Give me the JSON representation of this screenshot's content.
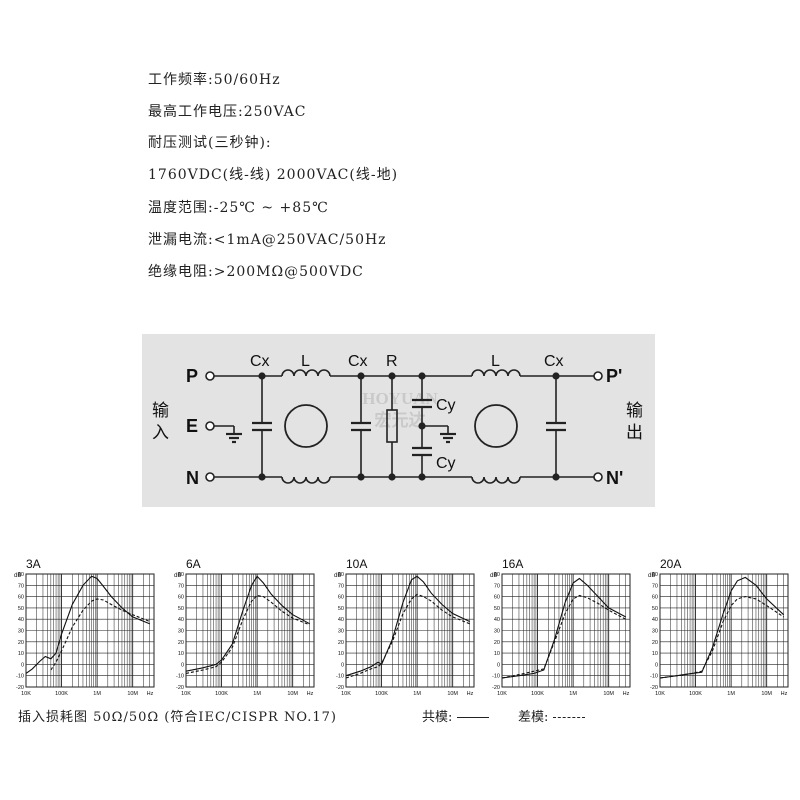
{
  "specs": [
    "工作频率:50/60Hz",
    "最高工作电压:250VAC",
    "耐压测试(三秒钟):",
    "1760VDC(线-线) 2000VAC(线-地)",
    "温度范围:-25℃ ~ +85℃",
    "泄漏电流:<1mA@250VAC/50Hz",
    "绝缘电阻:>200MΩ@500VDC"
  ],
  "circuit": {
    "terminal_p": "P",
    "terminal_e": "E",
    "terminal_n": "N",
    "terminal_p_out": "P'",
    "terminal_n_out": "N'",
    "input_label": [
      "输",
      "入"
    ],
    "output_label": [
      "输",
      "出"
    ],
    "component_labels": {
      "cx1": "Cx",
      "l1": "L",
      "cx2": "Cx",
      "r": "R",
      "cy1": "Cy",
      "cy2": "Cy",
      "l2": "L",
      "cx3": "Cx"
    },
    "watermark": [
      "HOYUAN",
      "宏元达"
    ]
  },
  "chart_data": [
    {
      "type": "line",
      "title": "3A",
      "ylabel": "dB",
      "yticks": [
        80,
        70,
        60,
        50,
        40,
        30,
        20,
        10,
        0,
        -10,
        -20
      ],
      "ylim": [
        -20,
        80
      ],
      "xticks": [
        "10K",
        "100K",
        "1M",
        "10M",
        "Hz"
      ],
      "xscale": "log",
      "series": [
        {
          "name": "共模",
          "style": "solid",
          "x": [
            10000,
            15000,
            25000,
            35000,
            50000,
            70000,
            100000,
            200000,
            400000,
            700000,
            1000000,
            1500000,
            2500000,
            5000000,
            10000000,
            30000000
          ],
          "y": [
            -8,
            -4,
            3,
            7,
            5,
            10,
            27,
            53,
            70,
            78,
            76,
            69,
            60,
            50,
            42,
            36
          ]
        },
        {
          "name": "差模",
          "style": "dashed",
          "x": [
            50000,
            70000,
            100000,
            200000,
            400000,
            700000,
            1000000,
            1500000,
            2500000,
            5000000,
            10000000,
            30000000
          ],
          "y": [
            -5,
            2,
            12,
            33,
            48,
            56,
            58,
            57,
            53,
            48,
            44,
            38
          ]
        }
      ]
    },
    {
      "type": "line",
      "title": "6A",
      "ylabel": "dB",
      "yticks": [
        80,
        70,
        60,
        50,
        40,
        30,
        20,
        10,
        0,
        -10,
        -20
      ],
      "ylim": [
        -20,
        80
      ],
      "xticks": [
        "10K",
        "100K",
        "1M",
        "10M",
        "Hz"
      ],
      "xscale": "log",
      "series": [
        {
          "name": "共模",
          "style": "solid",
          "x": [
            10000,
            30000,
            70000,
            100000,
            200000,
            400000,
            700000,
            1000000,
            1500000,
            2500000,
            5000000,
            10000000,
            30000000
          ],
          "y": [
            -6,
            -3,
            0,
            4,
            18,
            48,
            70,
            78,
            72,
            62,
            52,
            44,
            36
          ]
        },
        {
          "name": "差模",
          "style": "dashed",
          "x": [
            10000,
            30000,
            70000,
            100000,
            200000,
            400000,
            700000,
            1000000,
            1500000,
            2500000,
            5000000,
            10000000,
            30000000
          ],
          "y": [
            -8,
            -5,
            -2,
            2,
            15,
            40,
            56,
            61,
            60,
            55,
            47,
            41,
            35
          ]
        }
      ]
    },
    {
      "type": "line",
      "title": "10A",
      "ylabel": "dB",
      "yticks": [
        80,
        70,
        60,
        50,
        40,
        30,
        20,
        10,
        0,
        -10,
        -20
      ],
      "ylim": [
        -20,
        80
      ],
      "xticks": [
        "10K",
        "100K",
        "1M",
        "10M",
        "Hz"
      ],
      "xscale": "log",
      "series": [
        {
          "name": "共模",
          "style": "solid",
          "x": [
            10000,
            25000,
            50000,
            80000,
            100000,
            200000,
            400000,
            700000,
            1000000,
            1500000,
            2500000,
            5000000,
            10000000,
            30000000
          ],
          "y": [
            -10,
            -6,
            -2,
            2,
            0,
            22,
            55,
            75,
            78,
            73,
            63,
            53,
            45,
            38
          ]
        },
        {
          "name": "差模",
          "style": "dashed",
          "x": [
            10000,
            25000,
            50000,
            80000,
            100000,
            200000,
            400000,
            700000,
            1000000,
            1500000,
            2500000,
            5000000,
            10000000,
            30000000
          ],
          "y": [
            -12,
            -8,
            -4,
            -2,
            1,
            20,
            45,
            58,
            62,
            60,
            56,
            48,
            42,
            36
          ]
        }
      ]
    },
    {
      "type": "line",
      "title": "16A",
      "ylabel": "dB",
      "yticks": [
        80,
        70,
        60,
        50,
        40,
        30,
        20,
        10,
        0,
        -10,
        -20
      ],
      "ylim": [
        -20,
        80
      ],
      "xticks": [
        "10K",
        "100K",
        "1M",
        "10M",
        "Hz"
      ],
      "xscale": "log",
      "series": [
        {
          "name": "共模",
          "style": "solid",
          "x": [
            10000,
            30000,
            80000,
            150000,
            300000,
            600000,
            1000000,
            1500000,
            2500000,
            5000000,
            10000000,
            30000000
          ],
          "y": [
            -12,
            -10,
            -8,
            -5,
            22,
            55,
            72,
            76,
            70,
            60,
            50,
            42
          ]
        },
        {
          "name": "差模",
          "style": "dashed",
          "x": [
            10000,
            30000,
            80000,
            150000,
            300000,
            600000,
            1000000,
            1500000,
            2500000,
            5000000,
            10000000,
            30000000
          ],
          "y": [
            -12,
            -9,
            -6,
            -4,
            20,
            45,
            58,
            61,
            59,
            54,
            48,
            40
          ]
        }
      ]
    },
    {
      "type": "line",
      "title": "20A",
      "ylabel": "dB",
      "yticks": [
        80,
        70,
        60,
        50,
        40,
        30,
        20,
        10,
        0,
        -10,
        -20
      ],
      "ylim": [
        -20,
        80
      ],
      "xticks": [
        "10K",
        "100K",
        "1M",
        "10M",
        "Hz"
      ],
      "xscale": "log",
      "series": [
        {
          "name": "共模",
          "style": "solid",
          "x": [
            10000,
            30000,
            80000,
            150000,
            300000,
            600000,
            1000000,
            1500000,
            2500000,
            5000000,
            10000000,
            30000000
          ],
          "y": [
            -12,
            -10,
            -8,
            -7,
            15,
            45,
            65,
            74,
            77,
            70,
            58,
            44
          ]
        },
        {
          "name": "差模",
          "style": "dashed",
          "x": [
            10000,
            30000,
            80000,
            150000,
            300000,
            600000,
            1000000,
            1500000,
            2500000,
            5000000,
            10000000,
            30000000
          ],
          "y": [
            -12,
            -10,
            -8,
            -6,
            12,
            38,
            52,
            58,
            60,
            58,
            52,
            42
          ]
        }
      ]
    }
  ],
  "caption": "插入损耗图   50Ω/50Ω (符合IEC/CISPR NO.17)",
  "legend_common": "共模:",
  "legend_diff": "差模:"
}
